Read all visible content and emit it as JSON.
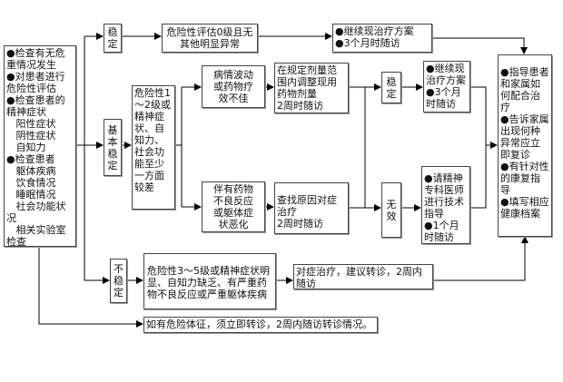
{
  "left_box": "●检查有无危重情况发生\n●对患者进行危险性评估\n●检查患者的精神症状\n   阳性症状\n   阴性症状\n   自知力\n●检查患者\n   躯体疾病\n   饮食情况\n   睡眠情况\n   社会功能状况\n   相关实验室检查",
  "stable": "稳\n定",
  "level0": "危险性评估0级且无\n其他明显异常",
  "continue_top": "●继续现治疗方案\n●3个月时随访",
  "basic_stable": "基\n本\n稳\n定",
  "level12": "危险性1～2级或精神症状、自知力、社会功能至少一方面较差",
  "fluctuation": "病情波动\n或药物疗\n效不佳",
  "adverse": "伴有药物\n不良反应\n或躯体症\n状恶化",
  "adjust": "在规定剂量范围内调整现用药物剂量\n2周时随访",
  "find_cause": "查找原因对症治疗\n2周时随访",
  "stable2": "稳\n定",
  "ineffective": "无\n效",
  "continue_mid": "●继续现治疗方案\n●3个月时随访",
  "consult": "●请精神专科医师进行技术指导\n●1个月时随访",
  "right_box": "●指导患者和家属如何配合治疗\n●告诉家属出现何种异常应立即复诊\n●有针对性的康复指导\n●填写相应健康档案",
  "unstable": "不\n稳\n定",
  "level35": "危险性3～5级或精神症状明显、自知力缺乏、有严重药物不良反应或严重躯体疾病",
  "symptomatic": "对症治疗，建议转诊，2周内随访",
  "danger": "如有危险体征，须立即转诊，2周内随访转诊情况。"
}
